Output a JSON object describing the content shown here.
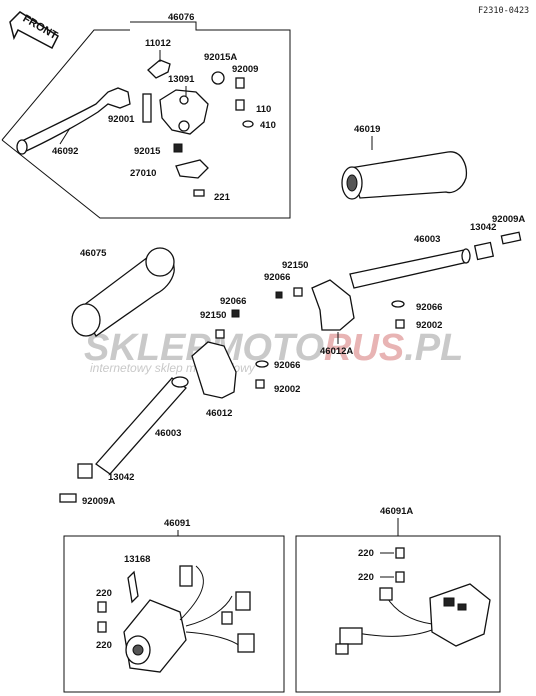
{
  "header": {
    "diagram_code": "F2310-0423",
    "front_label": "FRONT"
  },
  "watermark": {
    "brand_prefix": "SKLEP",
    "brand_mid": "MOTO",
    "brand_red": "RUS",
    "brand_suffix": ".PL",
    "tagline": "internetowy sklep motocyklowy"
  },
  "parts": {
    "p46076": "46076",
    "p11012": "11012",
    "p92015A": "92015A",
    "p13091": "13091",
    "p92009_top": "92009",
    "p92001": "92001",
    "p110": "110",
    "p410": "410",
    "p46092": "46092",
    "p92015": "92015",
    "p27010": "27010",
    "p221": "221",
    "p46019": "46019",
    "p46075": "46075",
    "p46003_right": "46003",
    "p13042_right": "13042",
    "p92009A_right": "92009A",
    "p92150_right": "92150",
    "p92066_right_a": "92066",
    "p92066_right_b": "92066",
    "p92002_right": "92002",
    "p46012A": "46012A",
    "p92066_left_a": "92066",
    "p92150_left": "92150",
    "p92066_left_b": "92066",
    "p92002_left": "92002",
    "p46012": "46012",
    "p46003_left": "46003",
    "p13042_left": "13042",
    "p92009A_left": "92009A",
    "p46091": "46091",
    "p13168": "13168",
    "p220_l1": "220",
    "p220_l2": "220",
    "p46091A": "46091A",
    "p220_r1": "220",
    "p220_r2": "220"
  }
}
